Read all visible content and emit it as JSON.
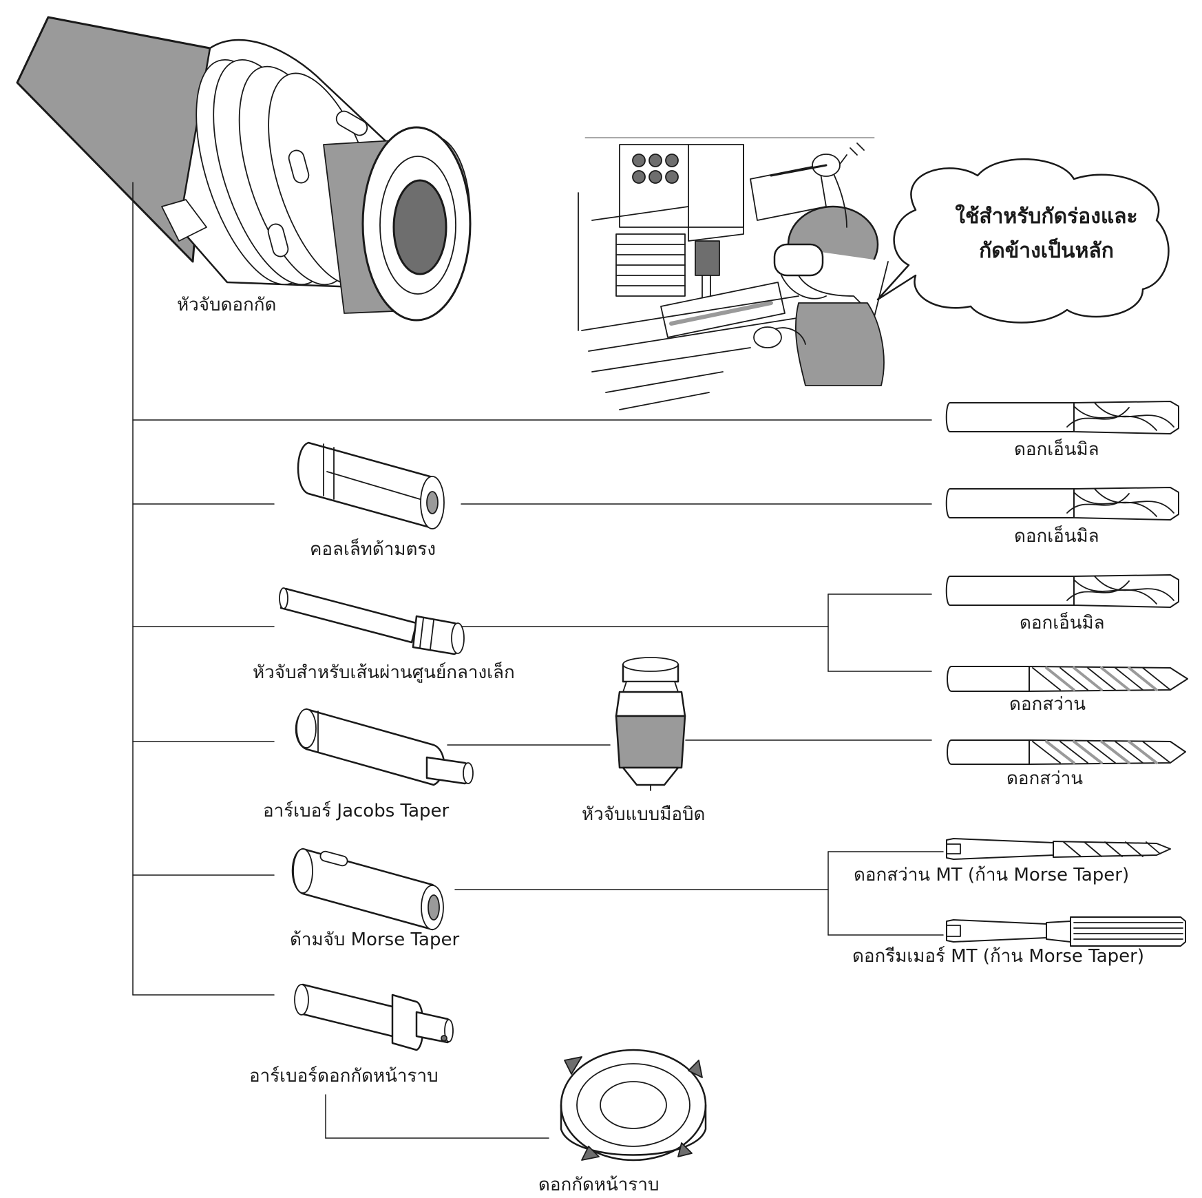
{
  "holder": {
    "label": "หัวจับดอกกัด"
  },
  "speech_bubble": {
    "line1": "ใช้สำหรับกัดร่องและ",
    "line2": "กัดข้างเป็นหลัก"
  },
  "adapters": {
    "straight_collet": "คอลเล็ทด้ามตรง",
    "small_dia_holder": "หัวจับสำหรับเส้นผ่านศูนย์กลางเล็ก",
    "jacobs_arbor": "อาร์เบอร์ Jacobs Taper",
    "morse_holder": "ด้ามจับ Morse Taper",
    "face_mill_arbor": "อาร์เบอร์ดอกกัดหน้าราบ"
  },
  "chuck": {
    "label": "หัวจับแบบมือบิด"
  },
  "tools": {
    "end_mill_1": "ดอกเอ็นมิล",
    "end_mill_2": "ดอกเอ็นมิล",
    "end_mill_3": "ดอกเอ็นมิล",
    "drill_1": "ดอกสว่าน",
    "drill_2": "ดอกสว่าน",
    "mt_drill": "ดอกสว่าน MT (ก้าน Morse Taper)",
    "mt_reamer": "ดอกรีมเมอร์ MT (ก้าน Morse Taper)",
    "face_mill": "ดอกกัดหน้าราบ"
  },
  "colors": {
    "line": "#1a1a1a",
    "grey": "#9a9a9a",
    "dark_grey": "#6e6e6e"
  }
}
